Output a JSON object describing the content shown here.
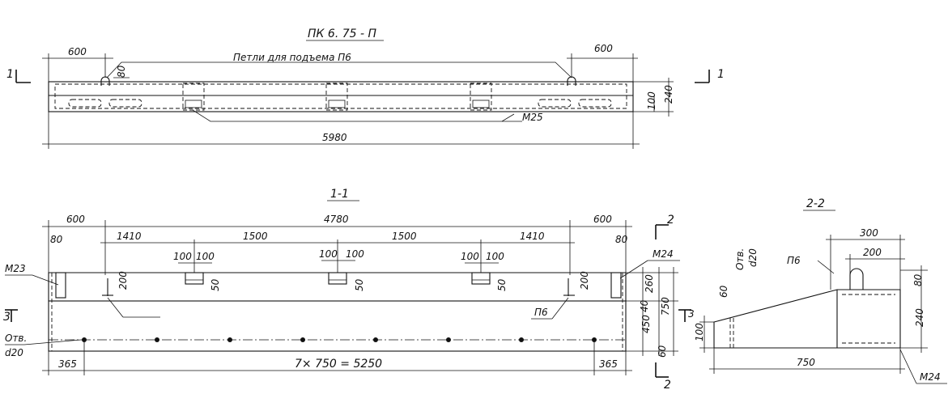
{
  "title": "ПК 6. 75 - П",
  "subtitle": "Петли для подъема П6",
  "plan": {
    "dim_left": "600",
    "dim_right": "600",
    "dim_loop": "80",
    "dim_h1": "100",
    "dim_h2": "240",
    "dim_total": "5980",
    "label_m25": "М25",
    "section_mark": "1"
  },
  "section_1_1": {
    "title": "1-1",
    "dim_left": "600",
    "dim_total": "4780",
    "dim_right": "600",
    "dim_80_left": "80",
    "dim_80_right": "80",
    "spans": [
      "1410",
      "1500",
      "1500",
      "1410"
    ],
    "dim_100": "100",
    "dim_50": "50",
    "dim_200": "200",
    "dim_260": "260",
    "dim_40": "40",
    "dim_450": "450",
    "dim_750": "750",
    "dim_60": "60",
    "bottom_left": "365",
    "bottom_mid": "7× 750 = 5250",
    "bottom_right": "365",
    "label_m23": "М23",
    "label_m24": "М24",
    "label_p6": "П6",
    "label_hole": "Отв.",
    "label_d20": "d20",
    "mark_2": "2",
    "mark_3": "3"
  },
  "section_2_2": {
    "title": "2-2",
    "dim_300": "300",
    "dim_200": "200",
    "dim_80": "80",
    "dim_240": "240",
    "dim_750": "750",
    "dim_60": "60",
    "dim_100": "100",
    "label_p6": "П6",
    "label_hole": "Отв.",
    "label_d20": "d20",
    "label_m24": "М24"
  }
}
